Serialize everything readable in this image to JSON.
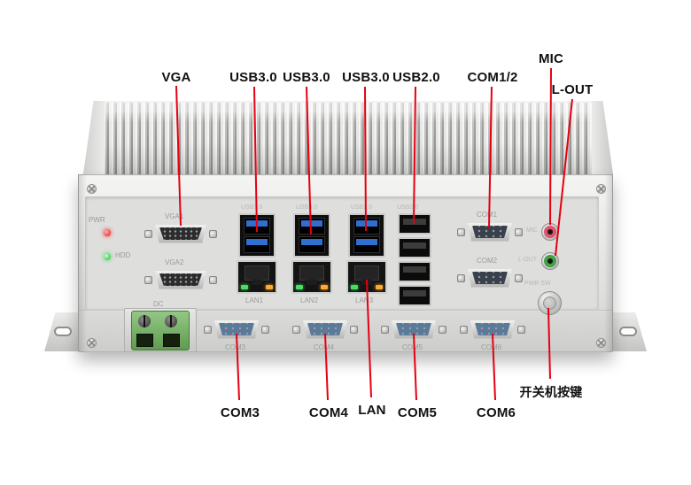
{
  "colors": {
    "annotation_line": "#e60012",
    "label_text": "#111111",
    "chassis_silver": "#e6e6e4",
    "usb3_blue": "#2f6fd0",
    "mic_jack_ring": "#e0526e",
    "lout_jack_ring": "#43a047",
    "dc_terminal_green": "#6fae5f",
    "power_led": "#e01111",
    "hdd_led": "#1db52f",
    "lan_led_left": "#46e05e",
    "lan_led_right": "#ffaa2b"
  },
  "annotations": {
    "top": [
      {
        "id": "vga",
        "label": "VGA"
      },
      {
        "id": "usb3-a",
        "label": "USB3.0"
      },
      {
        "id": "usb3-b",
        "label": "USB3.0"
      },
      {
        "id": "usb3-c",
        "label": "USB3.0"
      },
      {
        "id": "usb2",
        "label": "USB2.0"
      },
      {
        "id": "com1-2",
        "label": "COM1/2"
      },
      {
        "id": "mic",
        "label": "MIC"
      },
      {
        "id": "l-out",
        "label": "L-OUT"
      }
    ],
    "bottom": [
      {
        "id": "com3",
        "label": "COM3"
      },
      {
        "id": "com4",
        "label": "COM4"
      },
      {
        "id": "lan",
        "label": "LAN"
      },
      {
        "id": "com5",
        "label": "COM5"
      },
      {
        "id": "com6",
        "label": "COM6"
      },
      {
        "id": "power-key",
        "label": "开关机按键"
      }
    ]
  },
  "panel": {
    "pwr": "PWR",
    "hdd": "HDD",
    "vga1": "VGA1",
    "vga2": "VGA2",
    "usb3": "USB3.0",
    "usb2": "USB2.0",
    "lan1": "LAN1",
    "lan2": "LAN2",
    "lan3": "LAN3",
    "com1": "COM1",
    "com2": "COM2",
    "mic": "MIC",
    "lout": "L-OUT",
    "pwrsw": "PWR SW",
    "dc": "DC",
    "com3": "COM3",
    "com4": "COM4",
    "com5": "COM5",
    "com6": "COM6"
  }
}
